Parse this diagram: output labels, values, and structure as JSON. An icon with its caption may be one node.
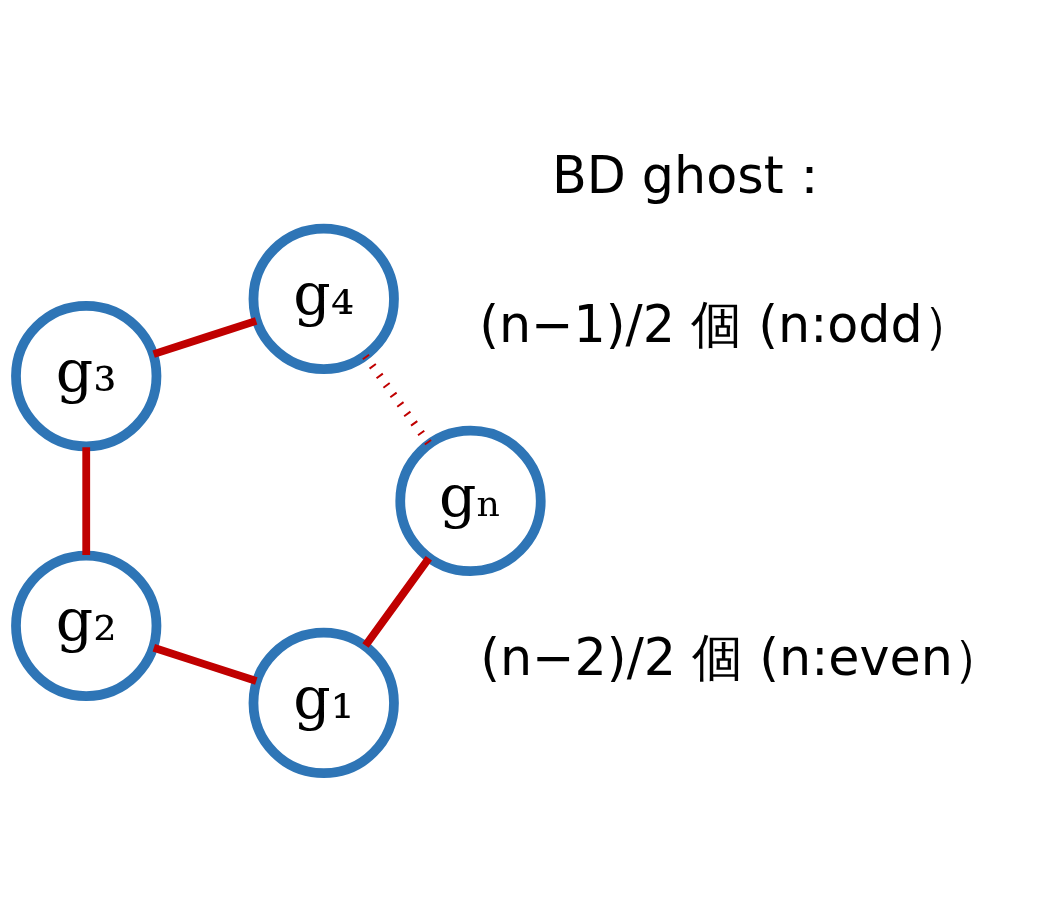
{
  "diagram": {
    "nodes": [
      {
        "text": [
          "g₁"
        ]
      },
      {
        "text": [
          "g₂"
        ]
      },
      {
        "text": [
          "gₙ"
        ]
      },
      {
        "text": [
          "g₃"
        ]
      },
      {
        "text": [
          "g₄"
        ]
      }
    ],
    "edges": [
      {
        "from": 0,
        "to": 1,
        "arrow": "none"
      },
      {
        "from": 1,
        "to": 3,
        "arrow": "none"
      },
      {
        "from": 3,
        "to": 4,
        "arrow": "none"
      },
      {
        "from": 4,
        "to": 2,
        "arrow": "none",
        "style": "dashed"
      },
      {
        "from": 2,
        "to": 0,
        "arrow": "none"
      }
    ],
    "labels": [
      "BD ghost：",
      "(n−1)/2 個 (n:odd）",
      "(n−2)/2 個 (n:even）"
    ]
  }
}
